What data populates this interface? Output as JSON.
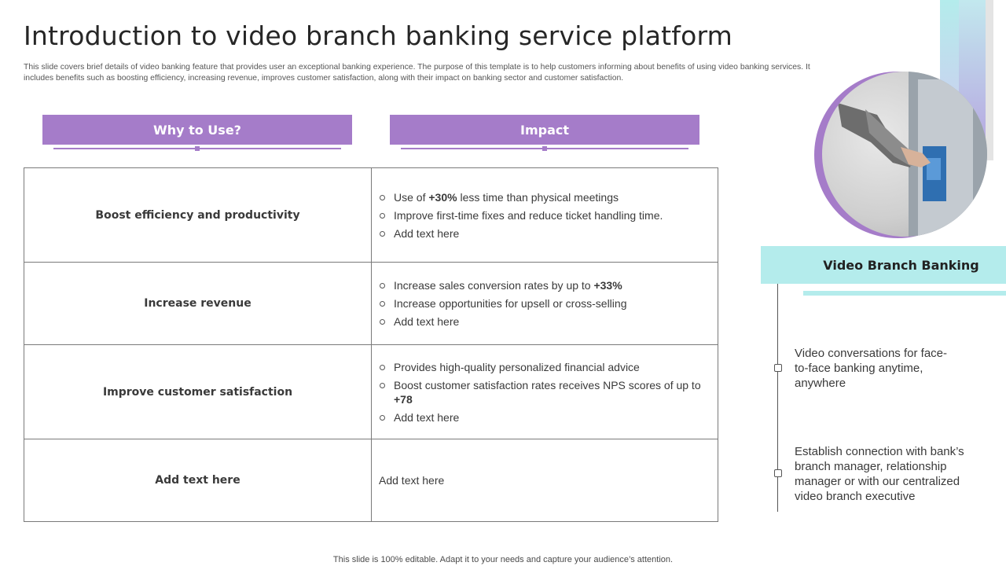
{
  "slide": {
    "title": "Introduction to video branch banking service platform",
    "description": "This slide covers brief details of video banking feature that provides user an exceptional banking experience. The purpose of this template is to help customers informing about benefits of using video banking services. It includes benefits such as boosting efficiency, increasing revenue, improves customer satisfaction, along with their impact on banking sector and customer satisfaction.",
    "footer": "This slide is 100% editable. Adapt it to your needs and capture your audience’s attention."
  },
  "headers": {
    "why": "Why to Use?",
    "impact": "Impact"
  },
  "rows": [
    {
      "label": "Boost efficiency and productivity",
      "bullets": [
        {
          "pre": "Use of ",
          "bold": "+30%",
          "post": " less time than physical meetings"
        },
        {
          "pre": "Improve first-time fixes and reduce ticket handling time.",
          "bold": "",
          "post": ""
        },
        {
          "pre": "Add text here",
          "bold": "",
          "post": ""
        }
      ]
    },
    {
      "label": "Increase revenue",
      "bullets": [
        {
          "pre": "Increase sales conversion rates by up to ",
          "bold": "+33%",
          "post": ""
        },
        {
          "pre": "Increase opportunities for upsell or cross-selling",
          "bold": "",
          "post": ""
        },
        {
          "pre": "Add text here",
          "bold": "",
          "post": ""
        }
      ]
    },
    {
      "label": "Improve customer satisfaction",
      "bullets": [
        {
          "pre": "Provides high-quality personalized financial advice",
          "bold": "",
          "post": ""
        },
        {
          "pre": "Boost customer satisfaction rates receives NPS scores of up to ",
          "bold": "+78",
          "post": ""
        },
        {
          "pre": "Add text here",
          "bold": "",
          "post": ""
        }
      ]
    },
    {
      "label": "Add text here",
      "plain": "Add text here"
    }
  ],
  "sidebar": {
    "title": "Video Branch Banking",
    "points": [
      "Video conversations for face-to-face banking anytime, anywhere",
      "Establish connection with bank’s branch manager, relationship manager or with our centralized video branch executive"
    ]
  },
  "colors": {
    "accent_purple": "#a57cc9",
    "accent_teal": "#b4ecec"
  }
}
